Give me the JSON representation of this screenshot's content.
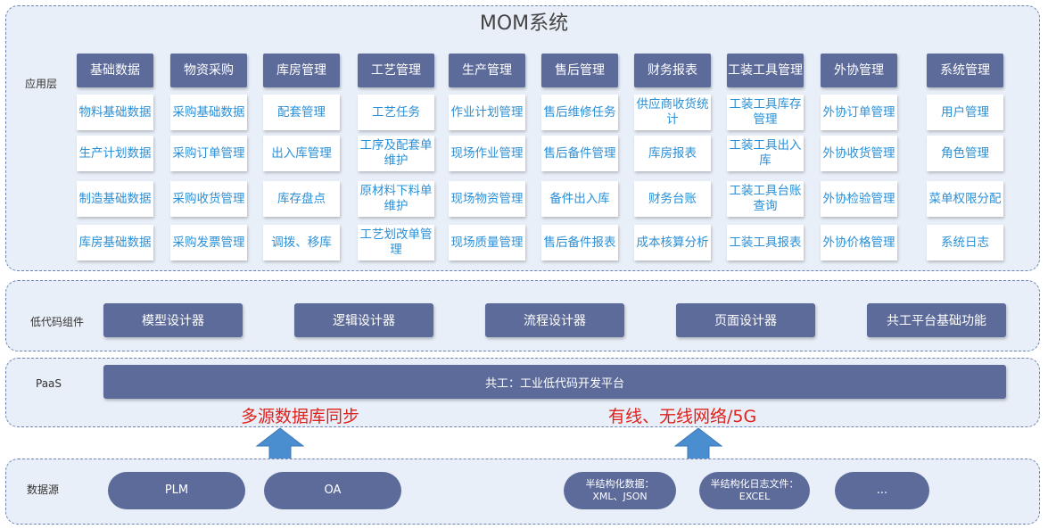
{
  "title": "MOM系统",
  "layers": {
    "application": "应用层",
    "lowcode": "低代码组件",
    "paas": "PaaS",
    "datasource": "数据源"
  },
  "modules": [
    {
      "header": "基础数据",
      "items": [
        "物料基础数据",
        "生产计划数据",
        "制造基础数据",
        "库房基础数据"
      ]
    },
    {
      "header": "物资采购",
      "items": [
        "采购基础数据",
        "采购订单管理",
        "采购收货管理",
        "采购发票管理"
      ]
    },
    {
      "header": "库房管理",
      "items": [
        "配套管理",
        "出入库管理",
        "库存盘点",
        "调拨、移库"
      ]
    },
    {
      "header": "工艺管理",
      "items": [
        "工艺任务",
        "工序及配套单维护",
        "原材料下料单维护",
        "工艺划改单管理"
      ]
    },
    {
      "header": "生产管理",
      "items": [
        "作业计划管理",
        "现场作业管理",
        "现场物资管理",
        "现场质量管理"
      ]
    },
    {
      "header": "售后管理",
      "items": [
        "售后维修任务",
        "售后备件管理",
        "备件出入库",
        "售后备件报表"
      ]
    },
    {
      "header": "财务报表",
      "items": [
        "供应商收货统计",
        "库房报表",
        "财务台账",
        "成本核算分析"
      ]
    },
    {
      "header": "工装工具管理",
      "items": [
        "工装工具库存管理",
        "工装工具出入库",
        "工装工具台账查询",
        "工装工具报表"
      ]
    },
    {
      "header": "外协管理",
      "items": [
        "外协订单管理",
        "外协收货管理",
        "外协检验管理",
        "外协价格管理"
      ]
    },
    {
      "header": "系统管理",
      "items": [
        "用户管理",
        "角色管理",
        "菜单权限分配",
        "系统日志"
      ]
    }
  ],
  "lowcode_components": [
    "模型设计器",
    "逻辑设计器",
    "流程设计器",
    "页面设计器",
    "共工平台基础功能"
  ],
  "paas_platform": "共工：工业低代码开发平台",
  "sync_labels": [
    "多源数据库同步",
    "有线、无线网络/5G"
  ],
  "data_sources": [
    {
      "line1": "PLM",
      "line2": ""
    },
    {
      "line1": "OA",
      "line2": ""
    },
    {
      "line1": "半结构化数据：",
      "line2": "XML、JSON"
    },
    {
      "line1": "半结构化日志文件：",
      "line2": "EXCEL"
    },
    {
      "line1": "...",
      "line2": ""
    }
  ],
  "colors": {
    "header_bg": "#5d6b9a",
    "cell_text": "#2b8fd6",
    "layer_bg": "#e9eff8",
    "highlight_text": "#e0201b",
    "arrow": "#4a8ed0"
  }
}
